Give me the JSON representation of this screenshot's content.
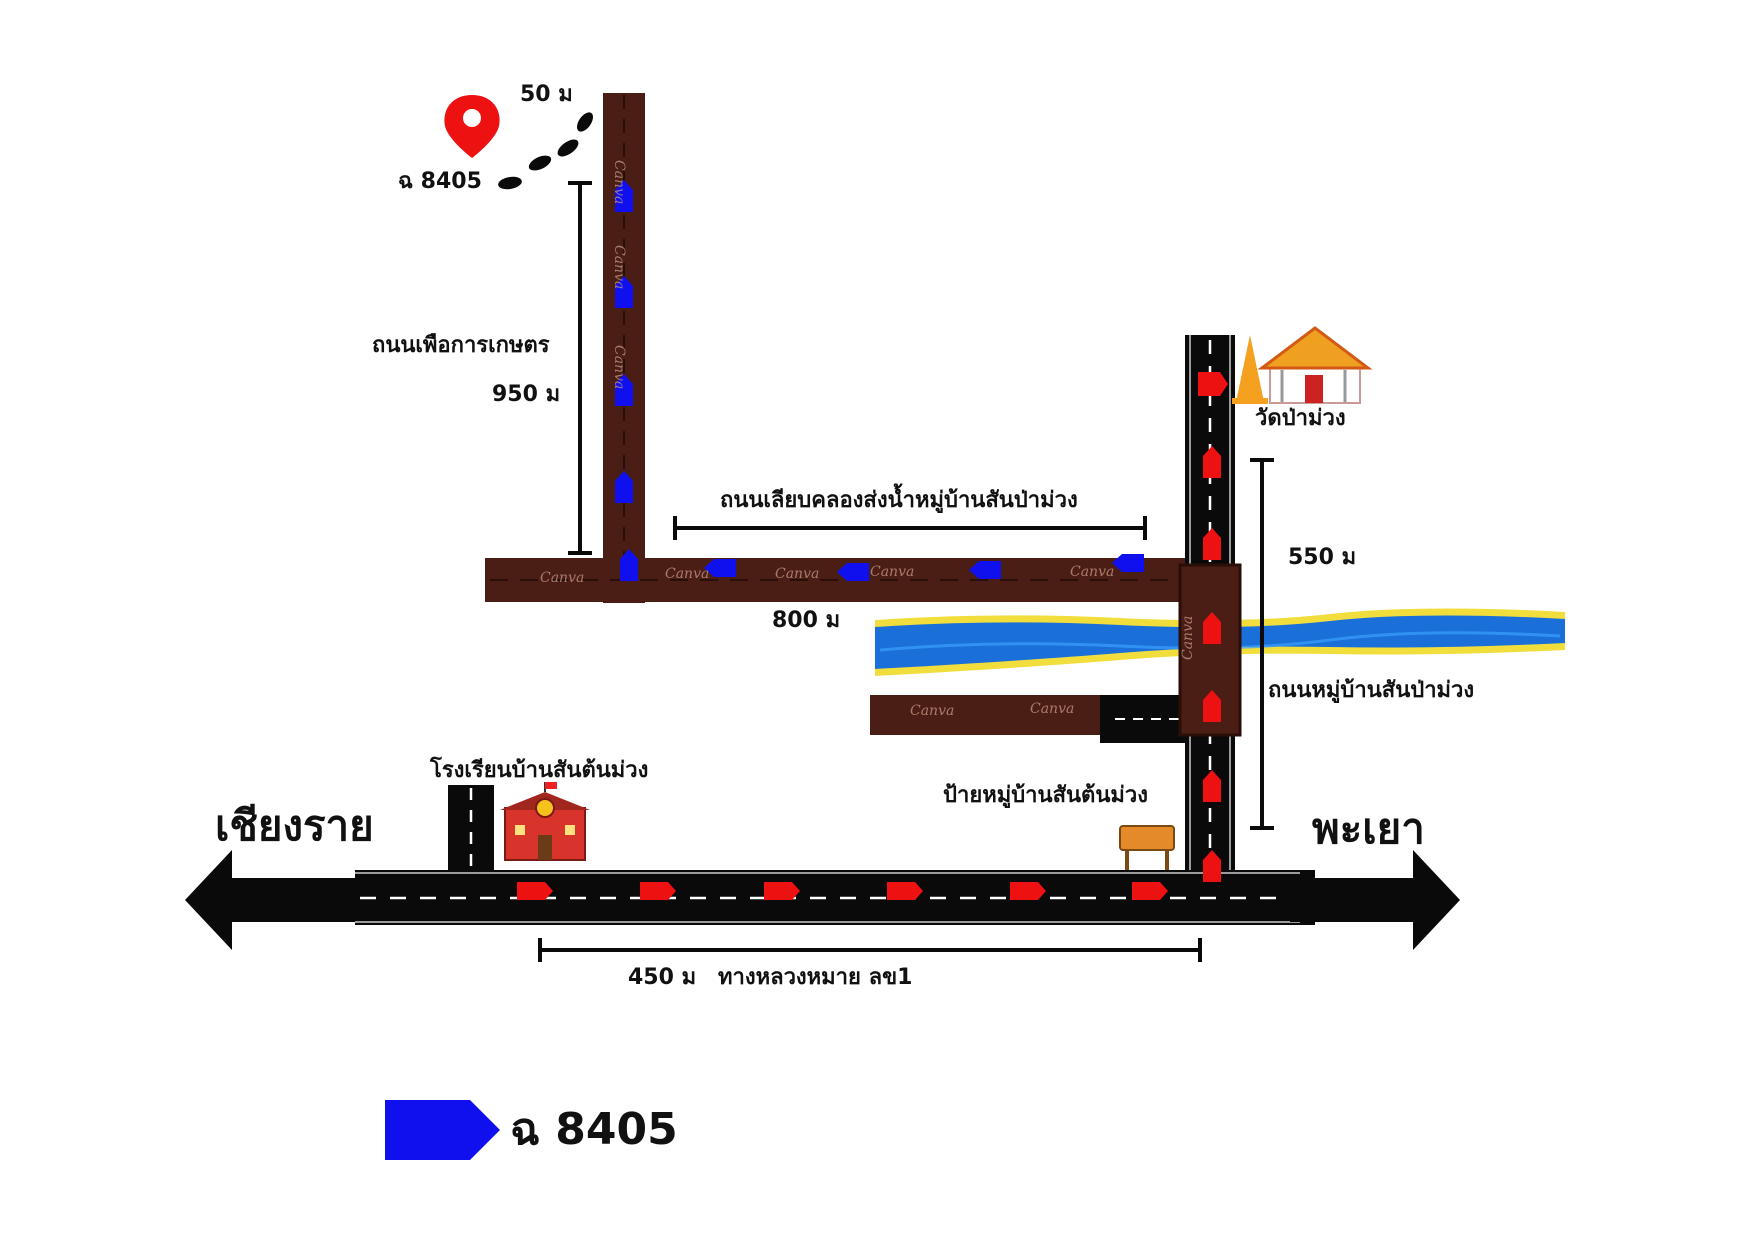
{
  "map": {
    "start_marker_label": "ฉ 8405",
    "walk_distance": "50 ม",
    "farm_road": {
      "name": "ถนนเพือการเกษตร",
      "distance": "950 ม"
    },
    "canal_road": {
      "name": "ถนนเลียบคลองส่งน้ำหมู่บ้านสันป่าม่วง",
      "distance": "800 ม"
    },
    "village_road": {
      "name": "ถนนหมู่บ้านสันป่าม่วง",
      "distance": "550 ม"
    },
    "highway": {
      "name": "ทางหลวงหมาย ลข1",
      "distance": "450 ม"
    },
    "temple": "วัดป่าม่วง",
    "school": "โรงเรียนบ้านสันต้นม่วง",
    "village_sign": "ป้ายหมู่บ้านสันต้นม่วง",
    "city_west": "เชียงราย",
    "city_east": "พะเยา",
    "road_watermark": "Canva",
    "legend": {
      "label": "ฉ 8405",
      "color": "#1010ee"
    },
    "colors": {
      "brown_road": "#4a1e14",
      "asphalt": "#0a0a0a",
      "river": "#1a6fd8",
      "river_bank": "#f1de3c",
      "route_red": "#ee1111",
      "route_blue": "#1010ee"
    }
  }
}
